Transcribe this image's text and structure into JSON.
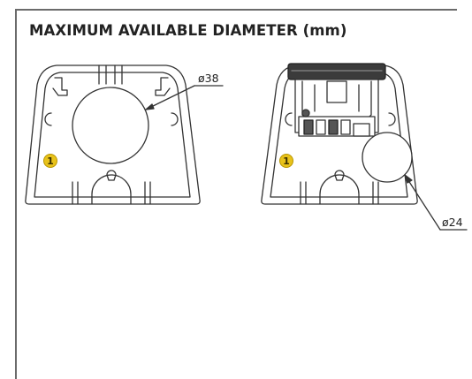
{
  "title": "MAXIMUM AVAILABLE DIAMETER (mm)",
  "left_view": {
    "dimension_label": "ø38",
    "badge": "1"
  },
  "right_view": {
    "dimension_label": "ø24",
    "badge": "1"
  },
  "colors": {
    "line": "#333333",
    "frame": "#6b6b6b",
    "badge_fill": "#e8c21a",
    "badge_stroke": "#b89500"
  }
}
